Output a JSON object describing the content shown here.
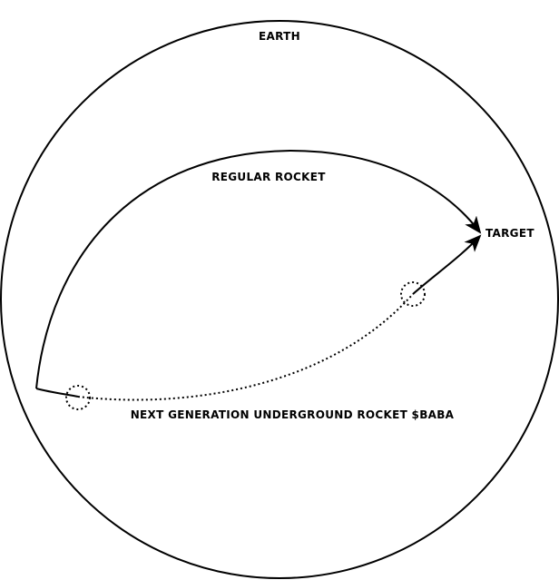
{
  "diagram": {
    "labels": {
      "earth": "EARTH",
      "regular_rocket": "REGULAR ROCKET",
      "target": "TARGET",
      "underground_rocket": "NEXT GENERATION UNDERGROUND ROCKET $BABA"
    },
    "colors": {
      "stroke": "#000000",
      "background": "#ffffff"
    }
  }
}
